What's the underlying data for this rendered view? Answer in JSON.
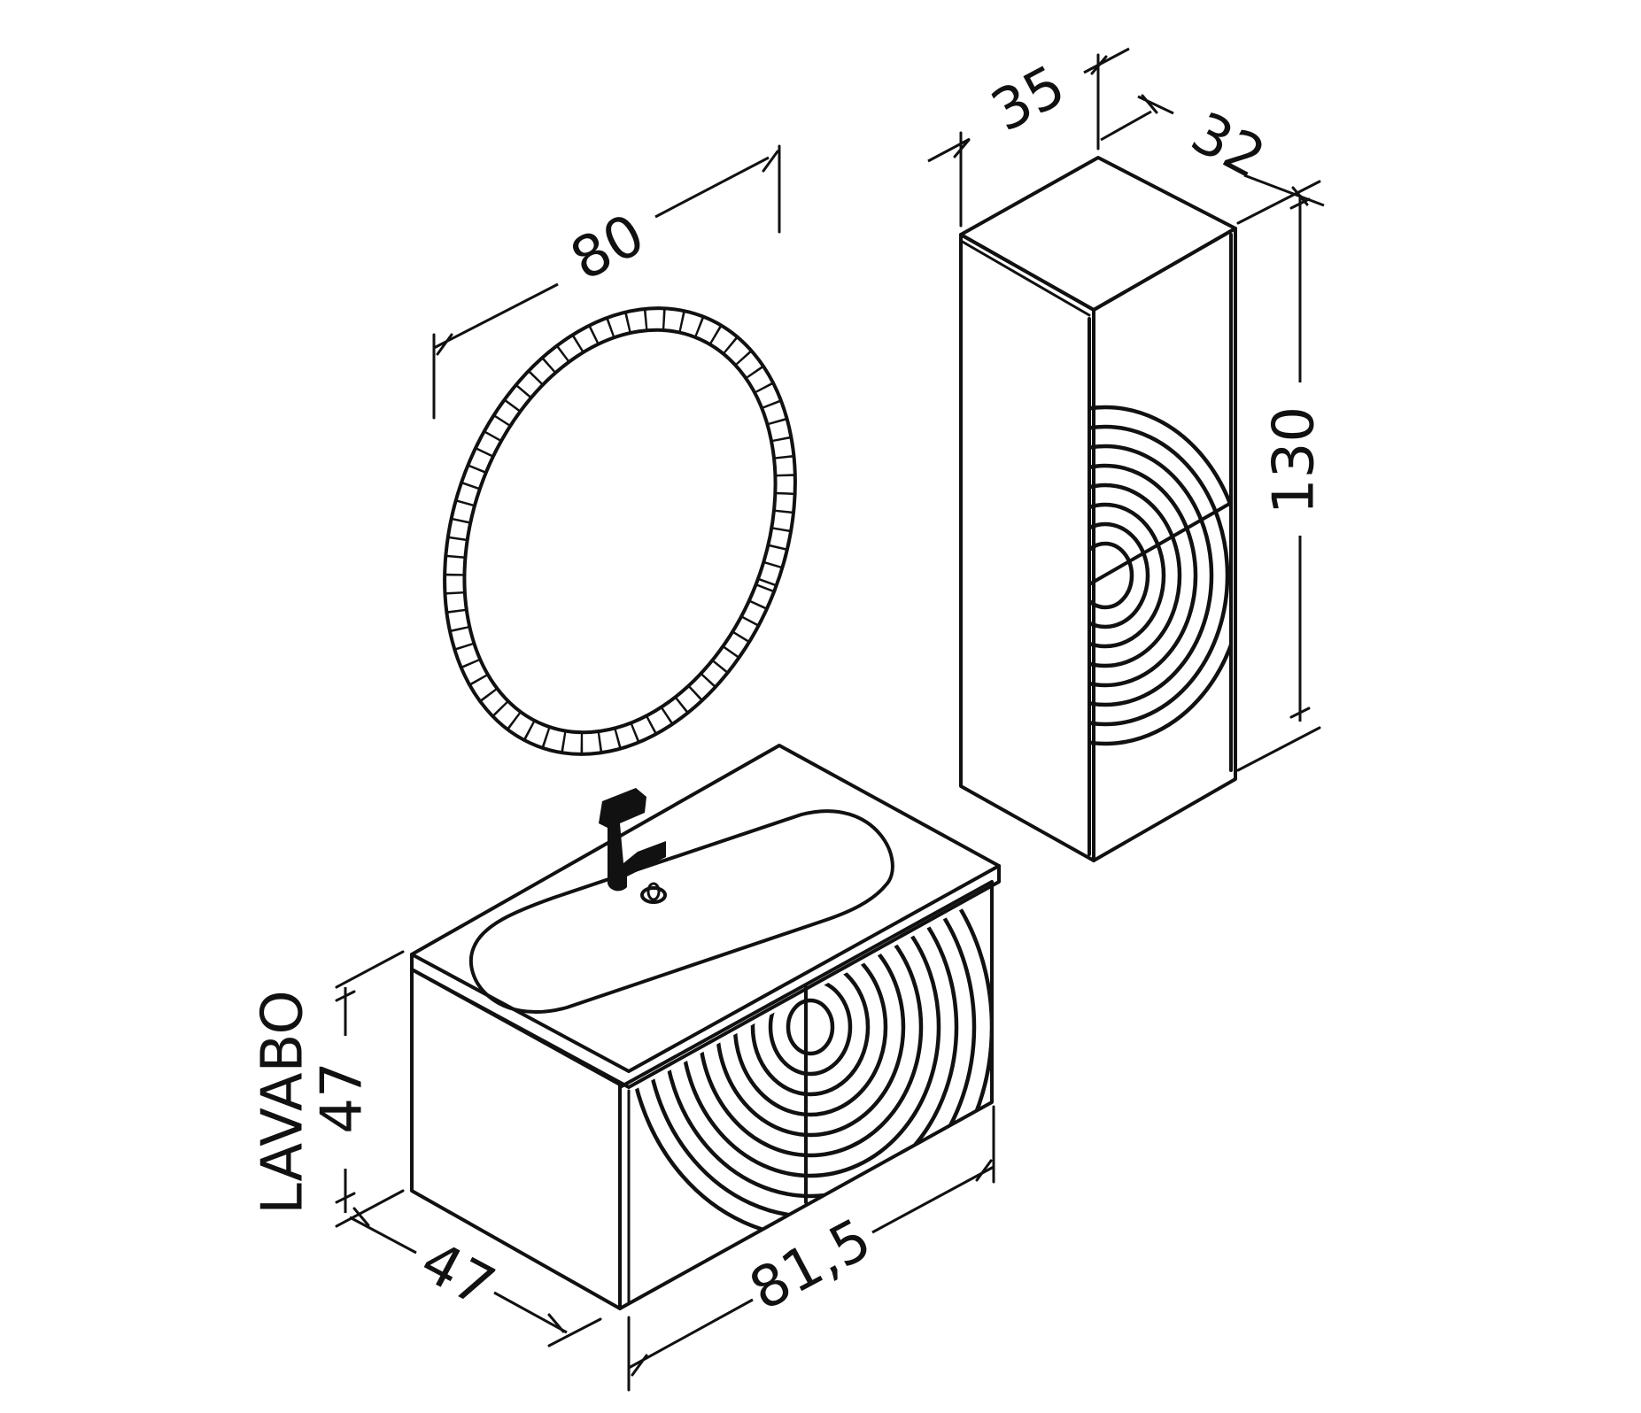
{
  "colors": {
    "line": "#111111",
    "background": "#ffffff",
    "fixture": "#111111"
  },
  "mirror": {
    "width_label": "80"
  },
  "tall_cabinet": {
    "width_label": "35",
    "depth_label": "32",
    "height_label": "130"
  },
  "vanity": {
    "height_label": "47",
    "name_label": "LAVABO",
    "depth_label": "47",
    "width_label": "81,5"
  }
}
